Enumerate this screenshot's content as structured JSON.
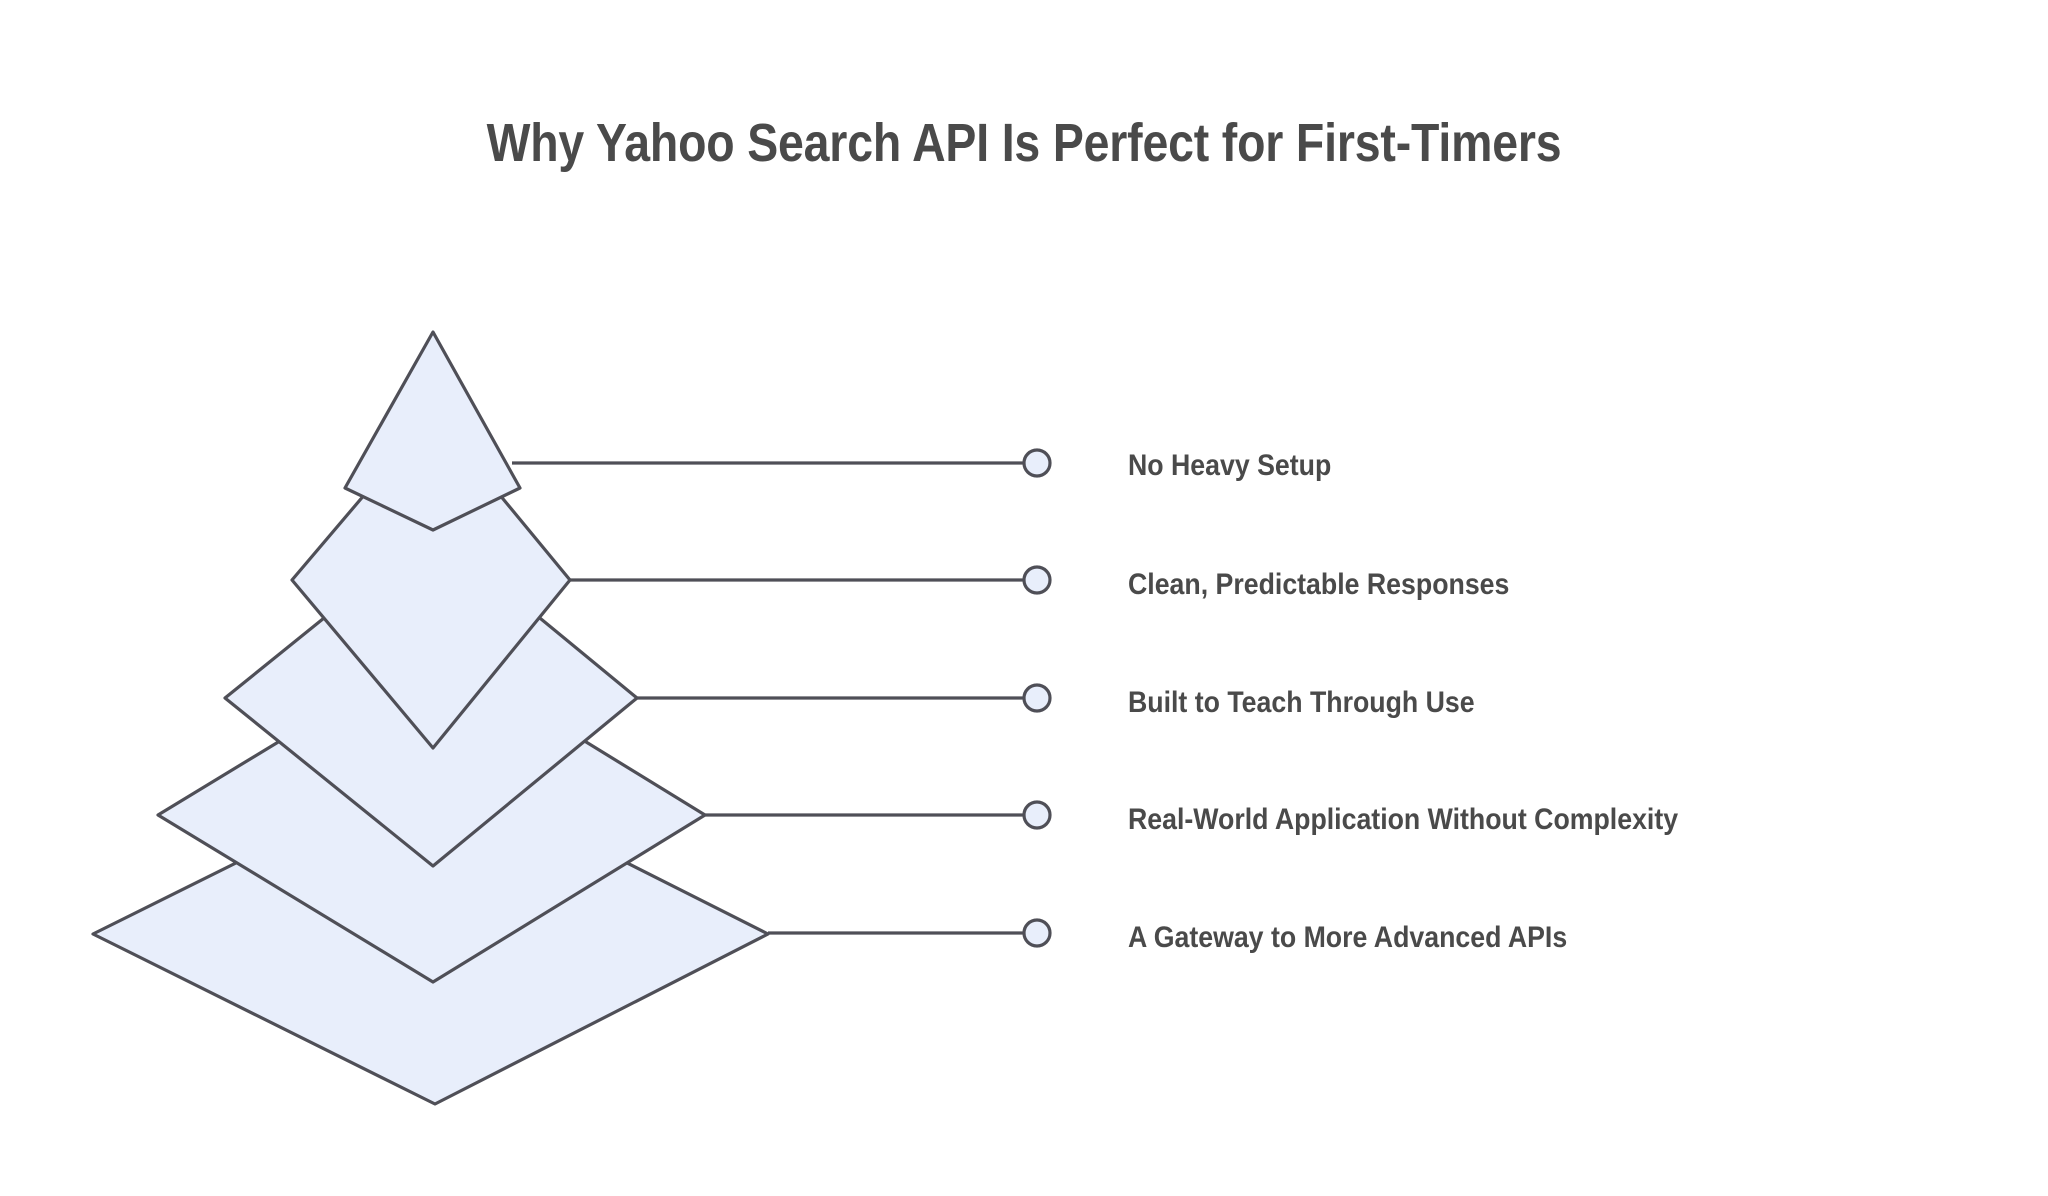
{
  "page": {
    "background_color": "#ffffff",
    "title": "Why Yahoo Search API Is Perfect for First-Timers",
    "title_color": "#4a4a4a"
  },
  "diagram": {
    "type": "layered-pyramid",
    "orientation": "top-to-bottom",
    "shape_fill": "#e8eefb",
    "shape_stroke": "#4f4f57",
    "connector_color": "#4f4f57",
    "marker_fill": "#e8eefb",
    "marker_stroke": "#4f4f57",
    "levels": [
      {
        "index": 1,
        "label": "No Heavy Setup",
        "shape": "pyramid-apex",
        "marker": "level-circle-marker"
      },
      {
        "index": 2,
        "label": "Clean, Predictable Responses",
        "shape": "diamond",
        "marker": "level-circle-marker"
      },
      {
        "index": 3,
        "label": "Built to Teach Through Use",
        "shape": "diamond",
        "marker": "level-circle-marker"
      },
      {
        "index": 4,
        "label": "Real-World Application Without Complexity",
        "shape": "diamond",
        "marker": "level-circle-marker"
      },
      {
        "index": 5,
        "label": "A Gateway to More Advanced APIs",
        "shape": "diamond",
        "marker": "level-circle-marker"
      }
    ]
  }
}
